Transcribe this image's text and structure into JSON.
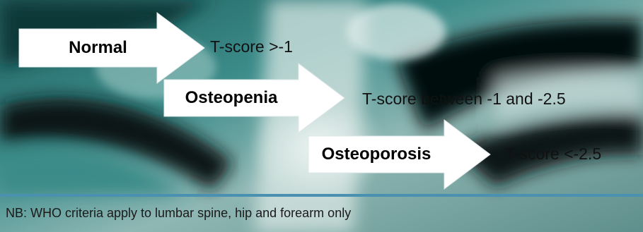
{
  "colors": {
    "arrow_fill": "#ffffff",
    "arrow_stroke": "#dfe8e8",
    "label_text": "#000000",
    "desc_text": "#111111",
    "divider": "#4a90b0",
    "footnote_text": "#1a1a1a",
    "bg_dark": "#0b1414",
    "bg_teal": "#2e8a8a",
    "bg_light": "#cfe3e0"
  },
  "categories": [
    {
      "label": "Normal",
      "description": "T-score >-1"
    },
    {
      "label": "Osteopenia",
      "description": "T-score between -1 and -2.5"
    },
    {
      "label": "Osteoporosis",
      "description": "T-score <-2.5"
    }
  ],
  "footnote": "NB: WHO criteria apply to lumbar spine, hip and forearm only"
}
